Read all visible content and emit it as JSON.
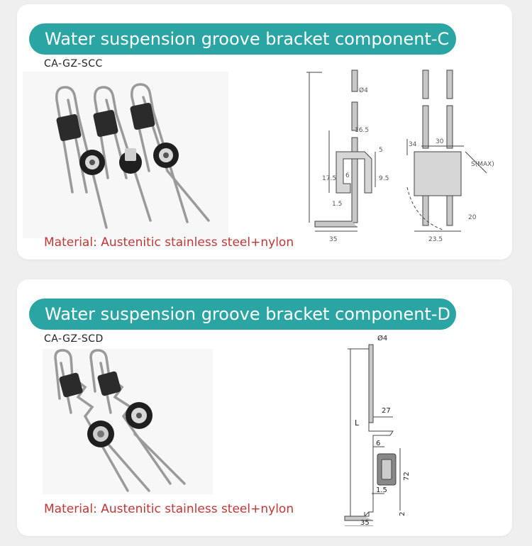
{
  "sections": [
    {
      "title": "Water suspension groove bracket component-C",
      "code": "CA-GZ-SCC",
      "material": "Material: Austenitic stainless steel+nylon",
      "dims": [
        "Ø4",
        "16.5",
        "5",
        "17.5",
        "6",
        "9.5",
        "1.5",
        "35",
        "34",
        "30",
        "S(MAX)",
        "20",
        "23.5"
      ]
    },
    {
      "title": "Water suspension groove bracket component-D",
      "code": "CA-GZ-SCD",
      "material": "Material: Austenitic stainless steel+nylon",
      "dims": [
        "Ø4",
        "27",
        "L",
        "6",
        "72",
        "1.5",
        "35",
        "2"
      ]
    }
  ],
  "colors": {
    "accent": "#2aa5a3",
    "material_text": "#c23535",
    "card": "#ffffff",
    "background": "#efefef"
  }
}
